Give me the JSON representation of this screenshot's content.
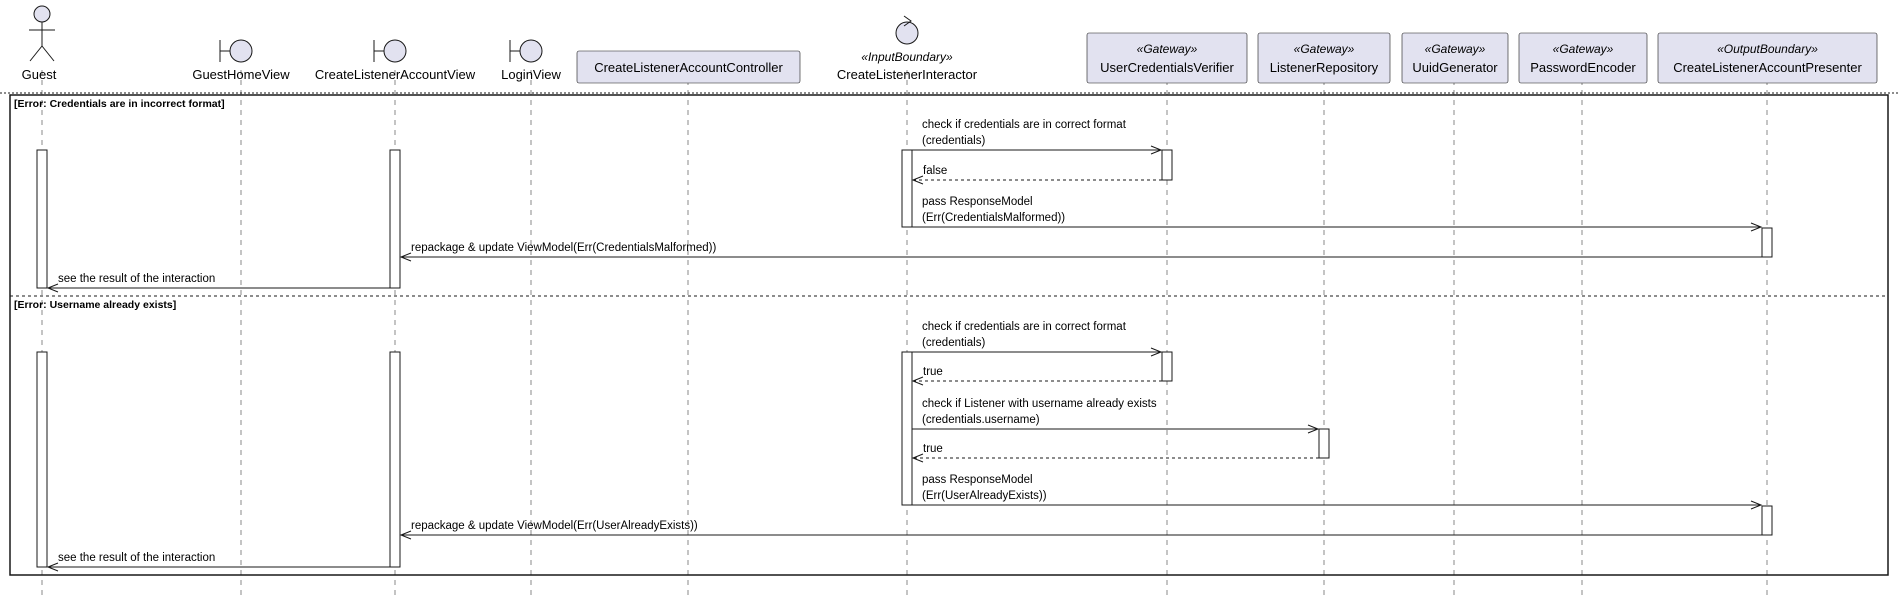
{
  "participants": [
    {
      "id": "guest",
      "label": "Guest",
      "kind": "actor",
      "stereotype": ""
    },
    {
      "id": "guesthomeview",
      "label": "GuestHomeView",
      "kind": "boundary",
      "stereotype": ""
    },
    {
      "id": "createlisteneraccountview",
      "label": "CreateListenerAccountView",
      "kind": "boundary",
      "stereotype": ""
    },
    {
      "id": "loginview",
      "label": "LoginView",
      "kind": "boundary",
      "stereotype": ""
    },
    {
      "id": "createlisteneraccountcontroller",
      "label": "CreateListenerAccountController",
      "kind": "box",
      "stereotype": ""
    },
    {
      "id": "createlistenerinteractor",
      "label": "CreateListenerInteractor",
      "kind": "control",
      "stereotype": "«InputBoundary»"
    },
    {
      "id": "usercredentialsverifier",
      "label": "UserCredentialsVerifier",
      "kind": "box",
      "stereotype": "«Gateway»"
    },
    {
      "id": "listenerrepository",
      "label": "ListenerRepository",
      "kind": "box",
      "stereotype": "«Gateway»"
    },
    {
      "id": "uuidgenerator",
      "label": "UuidGenerator",
      "kind": "box",
      "stereotype": "«Gateway»"
    },
    {
      "id": "passwordencoder",
      "label": "PasswordEncoder",
      "kind": "box",
      "stereotype": "«Gateway»"
    },
    {
      "id": "createlisteneraccountpresenter",
      "label": "CreateListenerAccountPresenter",
      "kind": "box",
      "stereotype": "«OutputBoundary»"
    }
  ],
  "groups": [
    {
      "label": "[Error: Credentials are in incorrect format]"
    },
    {
      "label": "[Error: Username already exists]"
    }
  ],
  "messages": [
    {
      "from": "createlistenerinteractor",
      "to": "usercredentialsverifier",
      "lines": [
        "check if credentials are in correct format",
        "(credentials)"
      ],
      "style": "solid"
    },
    {
      "from": "usercredentialsverifier",
      "to": "createlistenerinteractor",
      "lines": [
        "false"
      ],
      "style": "dashed"
    },
    {
      "from": "createlistenerinteractor",
      "to": "createlisteneraccountpresenter",
      "lines": [
        "pass ResponseModel",
        "(Err(CredentialsMalformed))"
      ],
      "style": "solid"
    },
    {
      "from": "createlisteneraccountpresenter",
      "to": "createlisteneraccountview",
      "lines": [
        "repackage & update ViewModel(Err(CredentialsMalformed))"
      ],
      "style": "solid"
    },
    {
      "from": "createlisteneraccountview",
      "to": "guest",
      "lines": [
        "see the result of the interaction"
      ],
      "style": "solid"
    },
    {
      "from": "createlistenerinteractor",
      "to": "usercredentialsverifier",
      "lines": [
        "check if credentials are in correct format",
        "(credentials)"
      ],
      "style": "solid"
    },
    {
      "from": "usercredentialsverifier",
      "to": "createlistenerinteractor",
      "lines": [
        "true"
      ],
      "style": "dashed"
    },
    {
      "from": "createlistenerinteractor",
      "to": "listenerrepository",
      "lines": [
        "check if Listener with username already exists",
        "(credentials.username)"
      ],
      "style": "solid"
    },
    {
      "from": "listenerrepository",
      "to": "createlistenerinteractor",
      "lines": [
        "true"
      ],
      "style": "dashed"
    },
    {
      "from": "createlistenerinteractor",
      "to": "createlisteneraccountpresenter",
      "lines": [
        "pass ResponseModel",
        "(Err(UserAlreadyExists))"
      ],
      "style": "solid"
    },
    {
      "from": "createlisteneraccountpresenter",
      "to": "createlisteneraccountview",
      "lines": [
        "repackage & update ViewModel(Err(UserAlreadyExists))"
      ],
      "style": "solid"
    },
    {
      "from": "createlisteneraccountview",
      "to": "guest",
      "lines": [
        "see the result of the interaction"
      ],
      "style": "solid"
    }
  ]
}
